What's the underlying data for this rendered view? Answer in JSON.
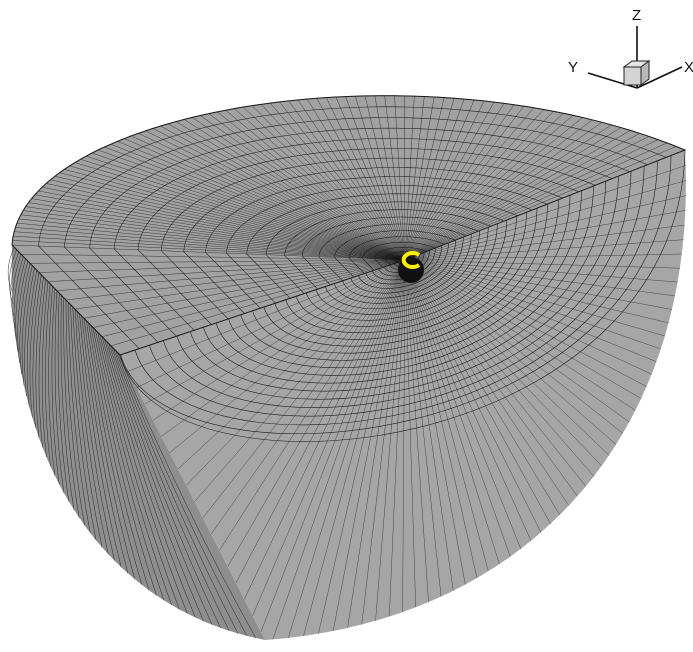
{
  "view": {
    "background": "#ffffff",
    "surface_fill": "#9c9c9c",
    "top_face_fill": "#a2a2a2",
    "side_face_fill": "#8e8e8e",
    "front_face_fill": "#a6a6a6",
    "mesh_line_color": "#1a1a1a",
    "highlight_color": "#ffee00"
  },
  "orientation_axes": {
    "z_label": "Z",
    "y_label": "Y",
    "x_label": "X",
    "cube_fill": "#d4d4d4"
  }
}
